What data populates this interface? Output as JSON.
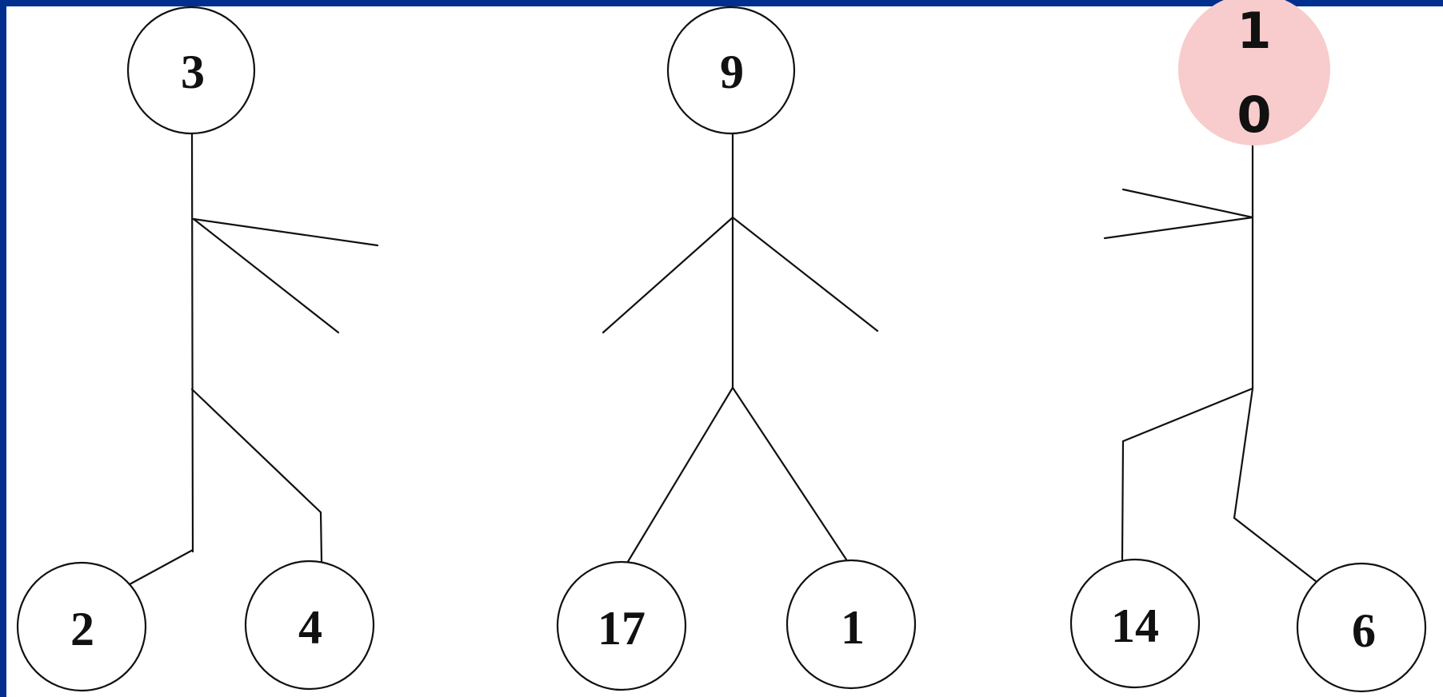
{
  "colors": {
    "frame": "#002f8e",
    "line": "#111111",
    "highlight_circle": "#f8cccc"
  },
  "figures": [
    {
      "head": "3",
      "left_foot": "2",
      "right_foot": "4"
    },
    {
      "head": "9",
      "left_foot": "17",
      "right_foot": "1"
    },
    {
      "head_line1": "1",
      "head_line2": "0",
      "left_foot": "14",
      "right_foot": "6"
    }
  ]
}
